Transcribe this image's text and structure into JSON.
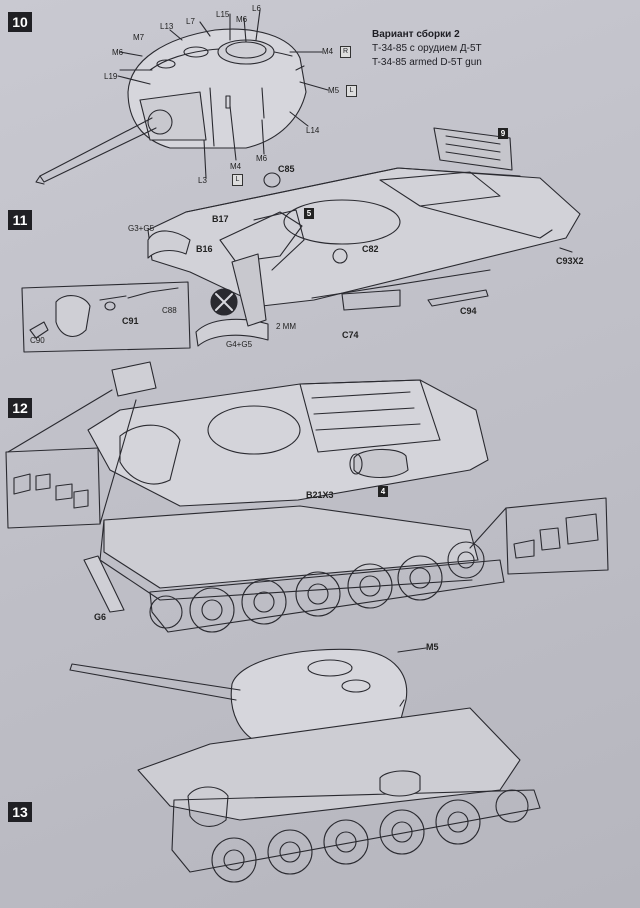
{
  "steps": {
    "s10": "10",
    "s11": "11",
    "s12": "12",
    "s13": "13"
  },
  "variant": {
    "title": "Вариант сборки 2",
    "line_ru": "Т-34-85 с орудием Д-5Т",
    "line_en": "T-34-85 armed D-5T gun"
  },
  "step10": {
    "labels": [
      "M7",
      "L13",
      "L7",
      "L15",
      "M6",
      "L6",
      "M6",
      "L19",
      "M4",
      "M5",
      "L14",
      "M6",
      "M4",
      "L3"
    ]
  },
  "step11": {
    "labels": [
      "C85",
      "B17",
      "G3+G5",
      "B16",
      "C82",
      "C93X2",
      "C88",
      "C91",
      "C90",
      "C94",
      "C74",
      "2 MM",
      "G4+G5"
    ],
    "badges": [
      "9",
      "5"
    ]
  },
  "step12": {
    "labels": [
      "B21X3",
      "G6"
    ],
    "badges": [
      "4"
    ]
  },
  "step13": {
    "labels": [
      "M5"
    ]
  },
  "ref_icons": {
    "r": "R",
    "l": "L"
  }
}
